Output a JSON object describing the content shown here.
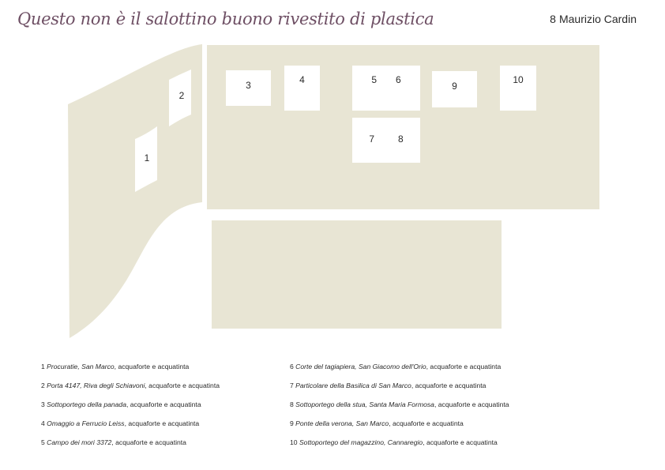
{
  "title": "Questo non è il salottino buono rivestito di plastica",
  "author": {
    "number": "8",
    "name": "Maurizio Cardin"
  },
  "colors": {
    "wall": "#e8e5d4",
    "title": "#6e4f64",
    "frame": "#ffffff"
  },
  "frames": [
    "1",
    "2",
    "3",
    "4",
    "5",
    "6",
    "7",
    "8",
    "9",
    "10"
  ],
  "captions": [
    {
      "n": "1",
      "title": "Procuratie, San Marco",
      "technique": ", acquaforte e acquatinta"
    },
    {
      "n": "2",
      "title": "Porta 4147, Riva degli Schiavoni",
      "technique": ", acquaforte e acquatinta"
    },
    {
      "n": "3",
      "title": "Sottoportego della panada",
      "technique": ", acquaforte e acquatinta"
    },
    {
      "n": "4",
      "title": "Omaggio a Ferrucio Leiss",
      "technique": ", acquaforte e acquatinta"
    },
    {
      "n": "5",
      "title": "Campo dei mori 3372",
      "technique": ", acquaforte e acquatinta"
    },
    {
      "n": "6",
      "title": "Corte del tagiapiera, San Giacomo dell'Orio",
      "technique": ", acquaforte e acquatinta"
    },
    {
      "n": "7",
      "title": "Particolare della Basilica di San Marco",
      "technique": ", acquaforte e acquatinta"
    },
    {
      "n": "8",
      "title": "Sottoportego della stua, Santa Maria Formosa",
      "technique": ", acquaforte e acquatinta"
    },
    {
      "n": "9",
      "title": "Ponte della verona, San Marco",
      "technique": ", acquaforte e acquatinta"
    },
    {
      "n": "10",
      "title": "Sottoportego del magazzino, Cannaregio",
      "technique": ", acquaforte e acquatinta"
    }
  ]
}
